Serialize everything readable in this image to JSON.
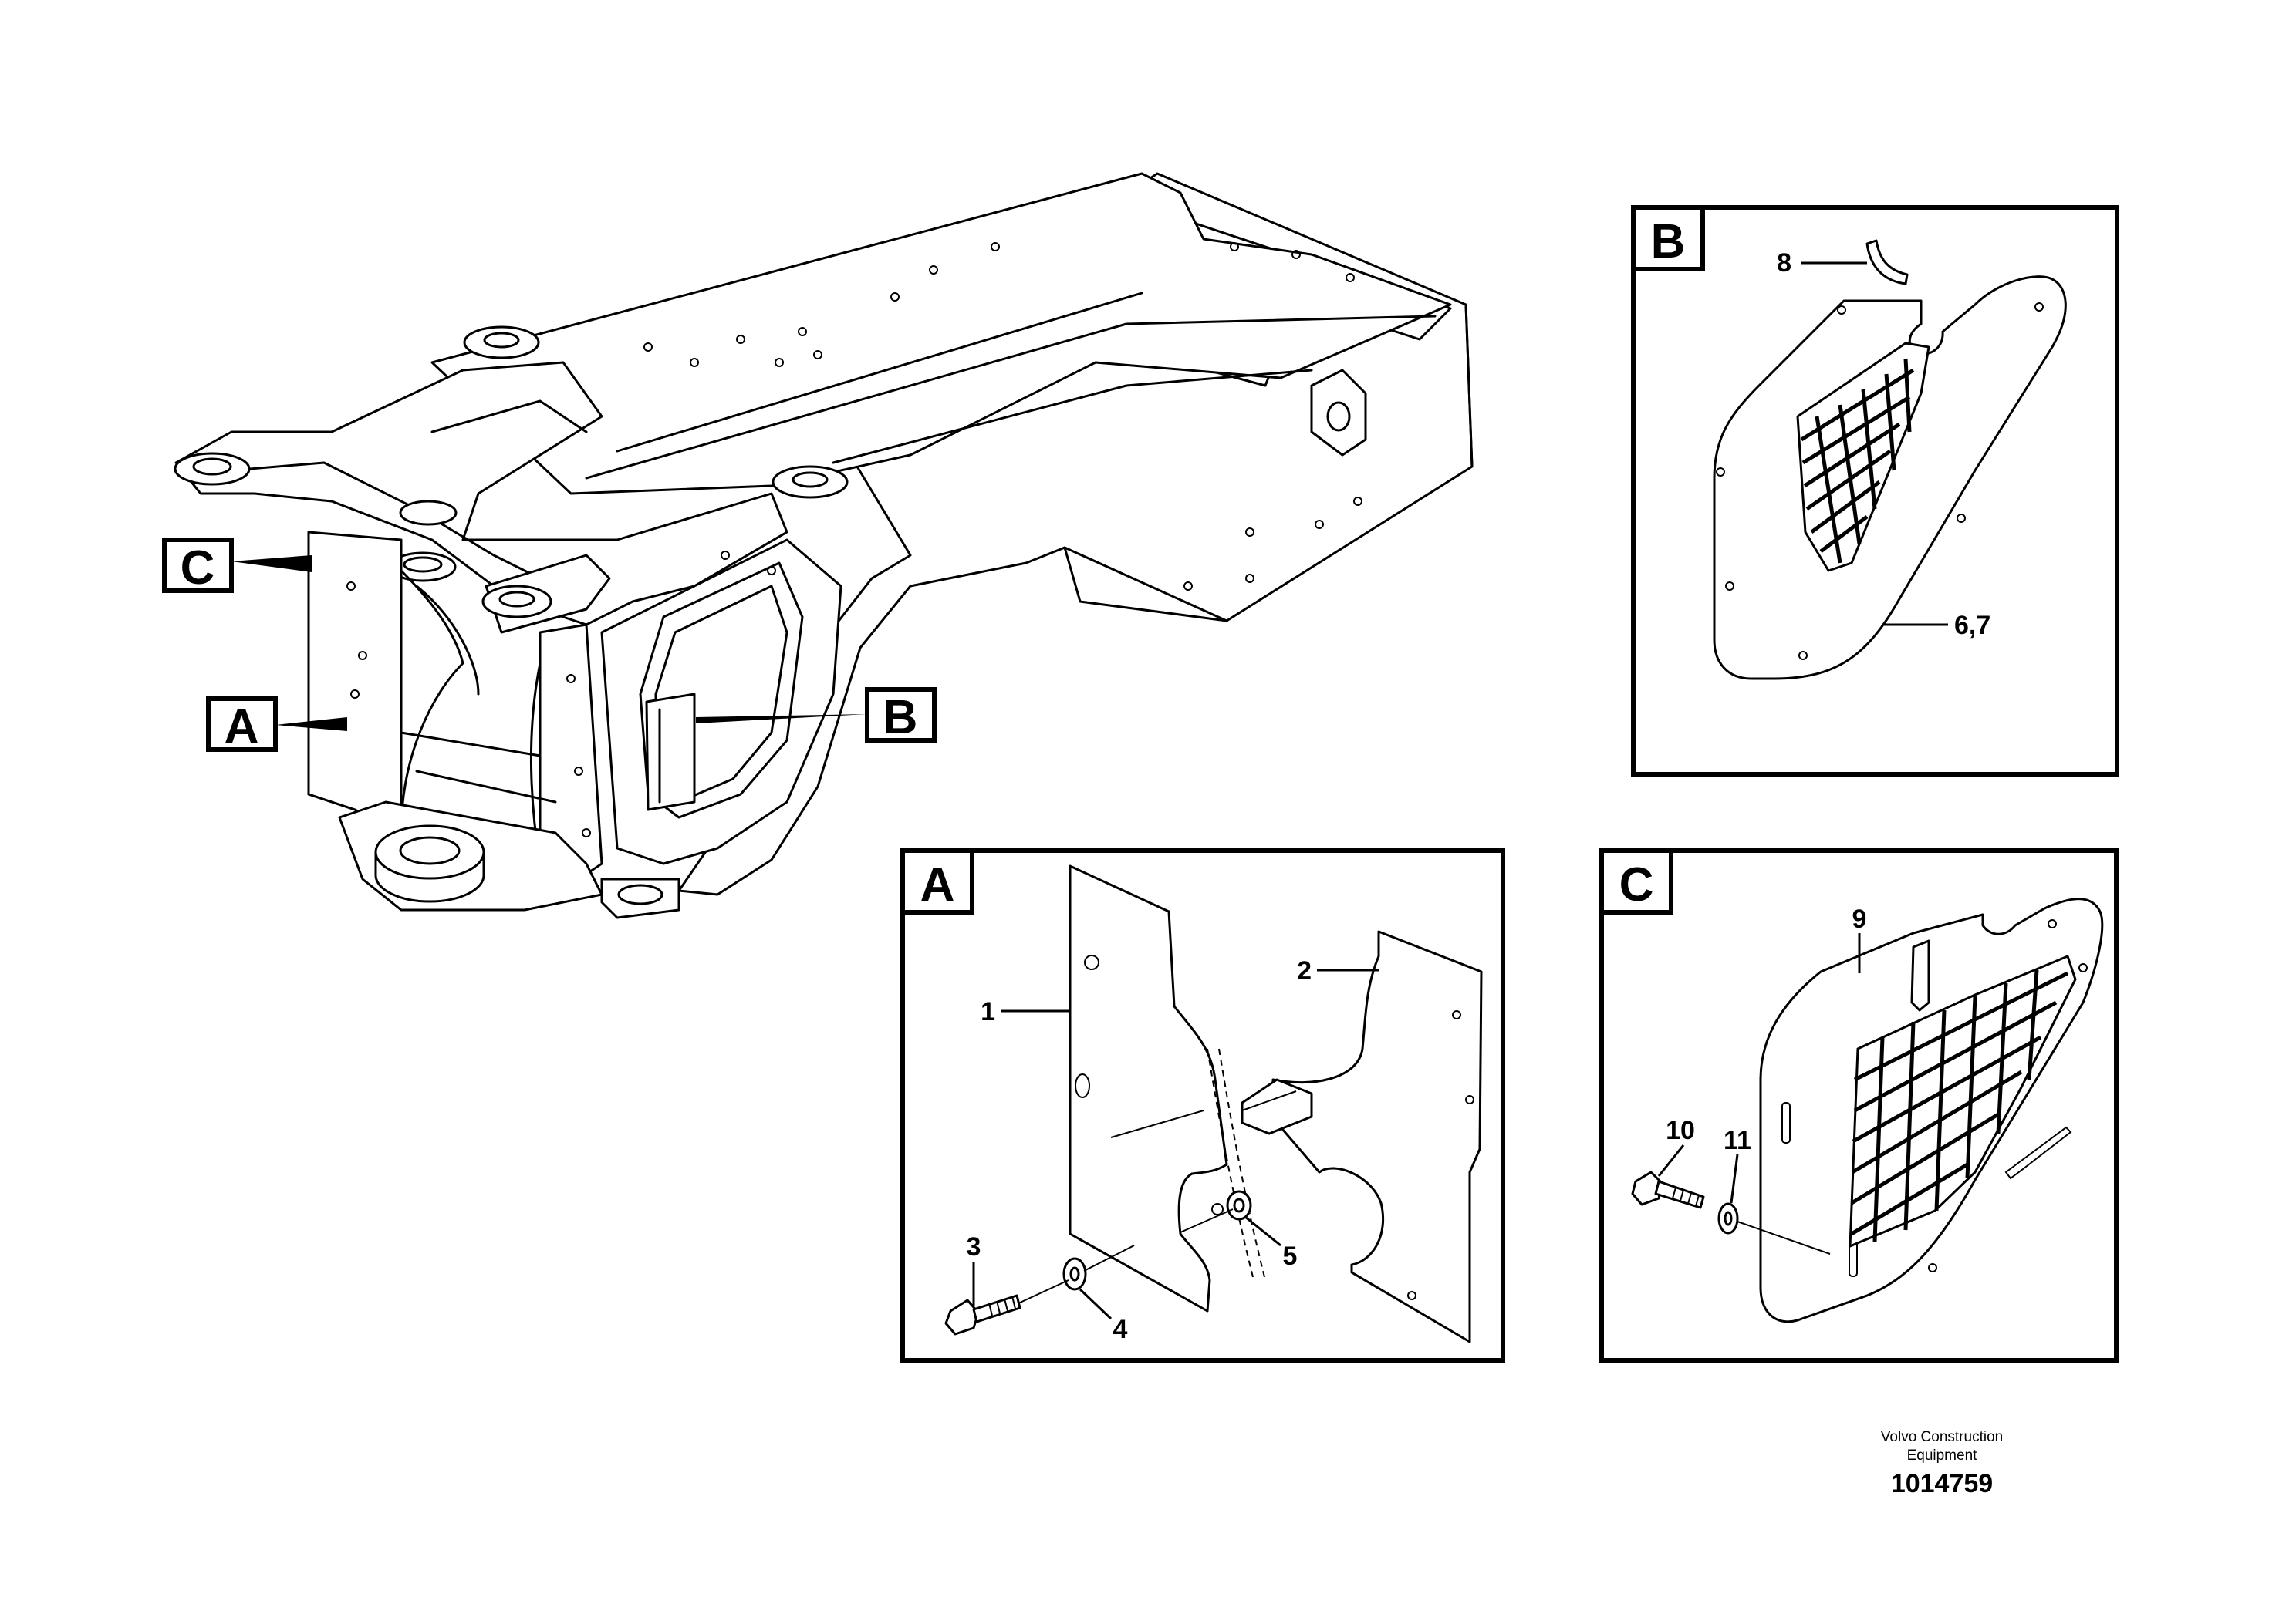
{
  "callouts": {
    "A": "A",
    "B": "B",
    "C": "C"
  },
  "panel_titles": {
    "A": "A",
    "B": "B",
    "C": "C"
  },
  "parts": {
    "p1": "1",
    "p2": "2",
    "p3": "3",
    "p4": "4",
    "p5": "5",
    "p67": "6,7",
    "p8": "8",
    "p9": "9",
    "p10": "10",
    "p11": "11"
  },
  "footer": {
    "company_line1": "Volvo Construction",
    "company_line2": "Equipment",
    "drawing_number": "1014759"
  }
}
